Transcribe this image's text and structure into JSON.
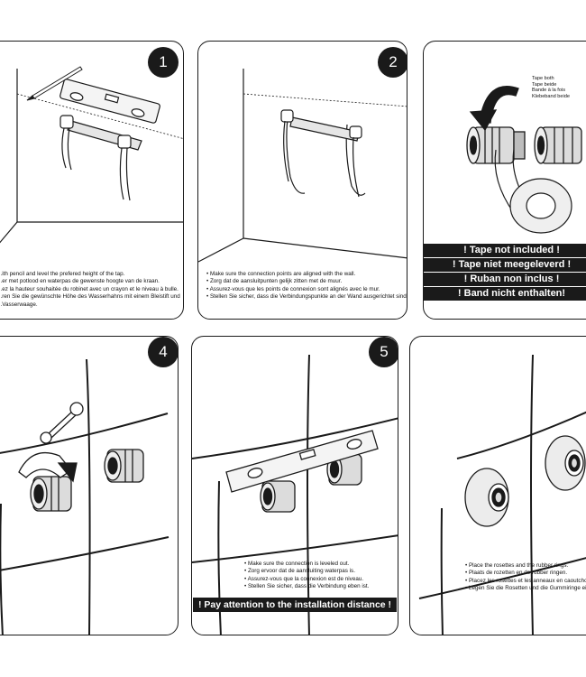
{
  "panels": {
    "p1": {
      "number": "1",
      "steps": [
        "...ith pencil and level the prefered height of the tap.",
        "...er met potlood en waterpas de gewenste hoogte van de kraan.",
        "...ez la hauteur souhaitée du robinet avec un crayon et le niveau à bulle.",
        "...ren Sie die gewünschte Höhe des Wasserhahns mit einem Bleistift und",
        "...Vasserwaage."
      ]
    },
    "p2": {
      "number": "2",
      "steps": [
        "• Make sure the connection points are aligned with the wall.",
        "• Zorg dat de aansluitpunten gelijk zitten met de muur.",
        "• Assurez-vous que les points de connexion sont alignés avec le mur.",
        "• Stellen Sie sicher, dass die Verbindungspunkte an der Wand ausgerichtet sind."
      ]
    },
    "p3": {
      "tape_note": [
        "Tape both",
        "Tape beide",
        "Bande à la fois",
        "Klebeband beide"
      ],
      "banners": [
        "! Tape not included !",
        "! Tape niet meegeleverd !",
        "! Ruban non inclus !",
        "! Band nicht enthalten!"
      ]
    },
    "p4": {
      "number": "4"
    },
    "p5": {
      "number": "5",
      "steps": [
        "• Make sure the connection is leveled out.",
        "• Zorg ervoor dat de aansluiting waterpas is.",
        "• Assurez-vous que la connexion est de niveau.",
        "• Stellen Sie sicher, dass die Verbindung eben ist."
      ],
      "banner": "! Pay attention to the installation distance !"
    },
    "p6": {
      "steps": [
        "• Place the rosettes and the rubber rings.",
        "• Plaats de rozetten en de rubber ringen.",
        "• Placez les rosettes et les anneaux en caoutchouc",
        "• Legen Sie die Rosetten und die Gummiringe ein"
      ]
    }
  },
  "colors": {
    "ink": "#1a1a1a",
    "paper": "#ffffff",
    "metal": "#d9d9d9"
  }
}
